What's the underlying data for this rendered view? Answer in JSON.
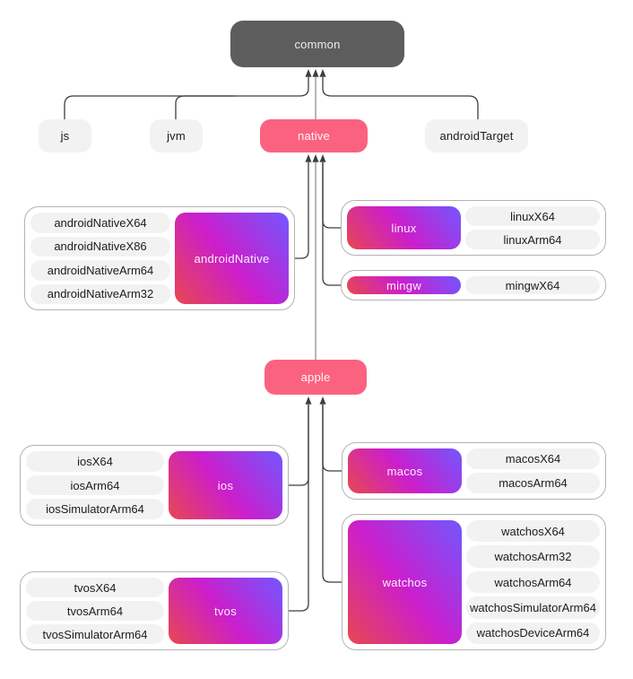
{
  "nodes": {
    "common": "common",
    "js": "js",
    "jvm": "jvm",
    "native": "native",
    "androidTarget": "androidTarget",
    "apple": "apple"
  },
  "groups": [
    {
      "label": "androidNative",
      "pills": [
        "androidNativeX64",
        "androidNativeX86",
        "androidNativeArm64",
        "androidNativeArm32"
      ]
    },
    {
      "label": "linux",
      "pills": [
        "linuxX64",
        "linuxArm64"
      ]
    },
    {
      "label": "mingw",
      "pills": [
        "mingwX64"
      ]
    },
    {
      "label": "ios",
      "pills": [
        "iosX64",
        "iosArm64",
        "iosSimulatorArm64"
      ]
    },
    {
      "label": "macos",
      "pills": [
        "macosX64",
        "macosArm64"
      ]
    },
    {
      "label": "tvos",
      "pills": [
        "tvosX64",
        "tvosArm64",
        "tvosSimulatorArm64"
      ]
    },
    {
      "label": "watchos",
      "pills": [
        "watchosX64",
        "watchosArm32",
        "watchosArm64",
        "watchosSimulatorArm64",
        "watchosDeviceArm64"
      ]
    }
  ],
  "colors": {
    "dark": "#5d5d5d",
    "pink": "#fb627f",
    "pill-bg": "#f2f2f2",
    "group-border": "#b3b3b3",
    "grad-start": "#e8474f",
    "grad-mid": "#cb1ecd",
    "grad-end": "#7257fe",
    "line": "#3d3d3d",
    "line-soft": "#8f8f8f",
    "text": "#1c1c1c"
  }
}
